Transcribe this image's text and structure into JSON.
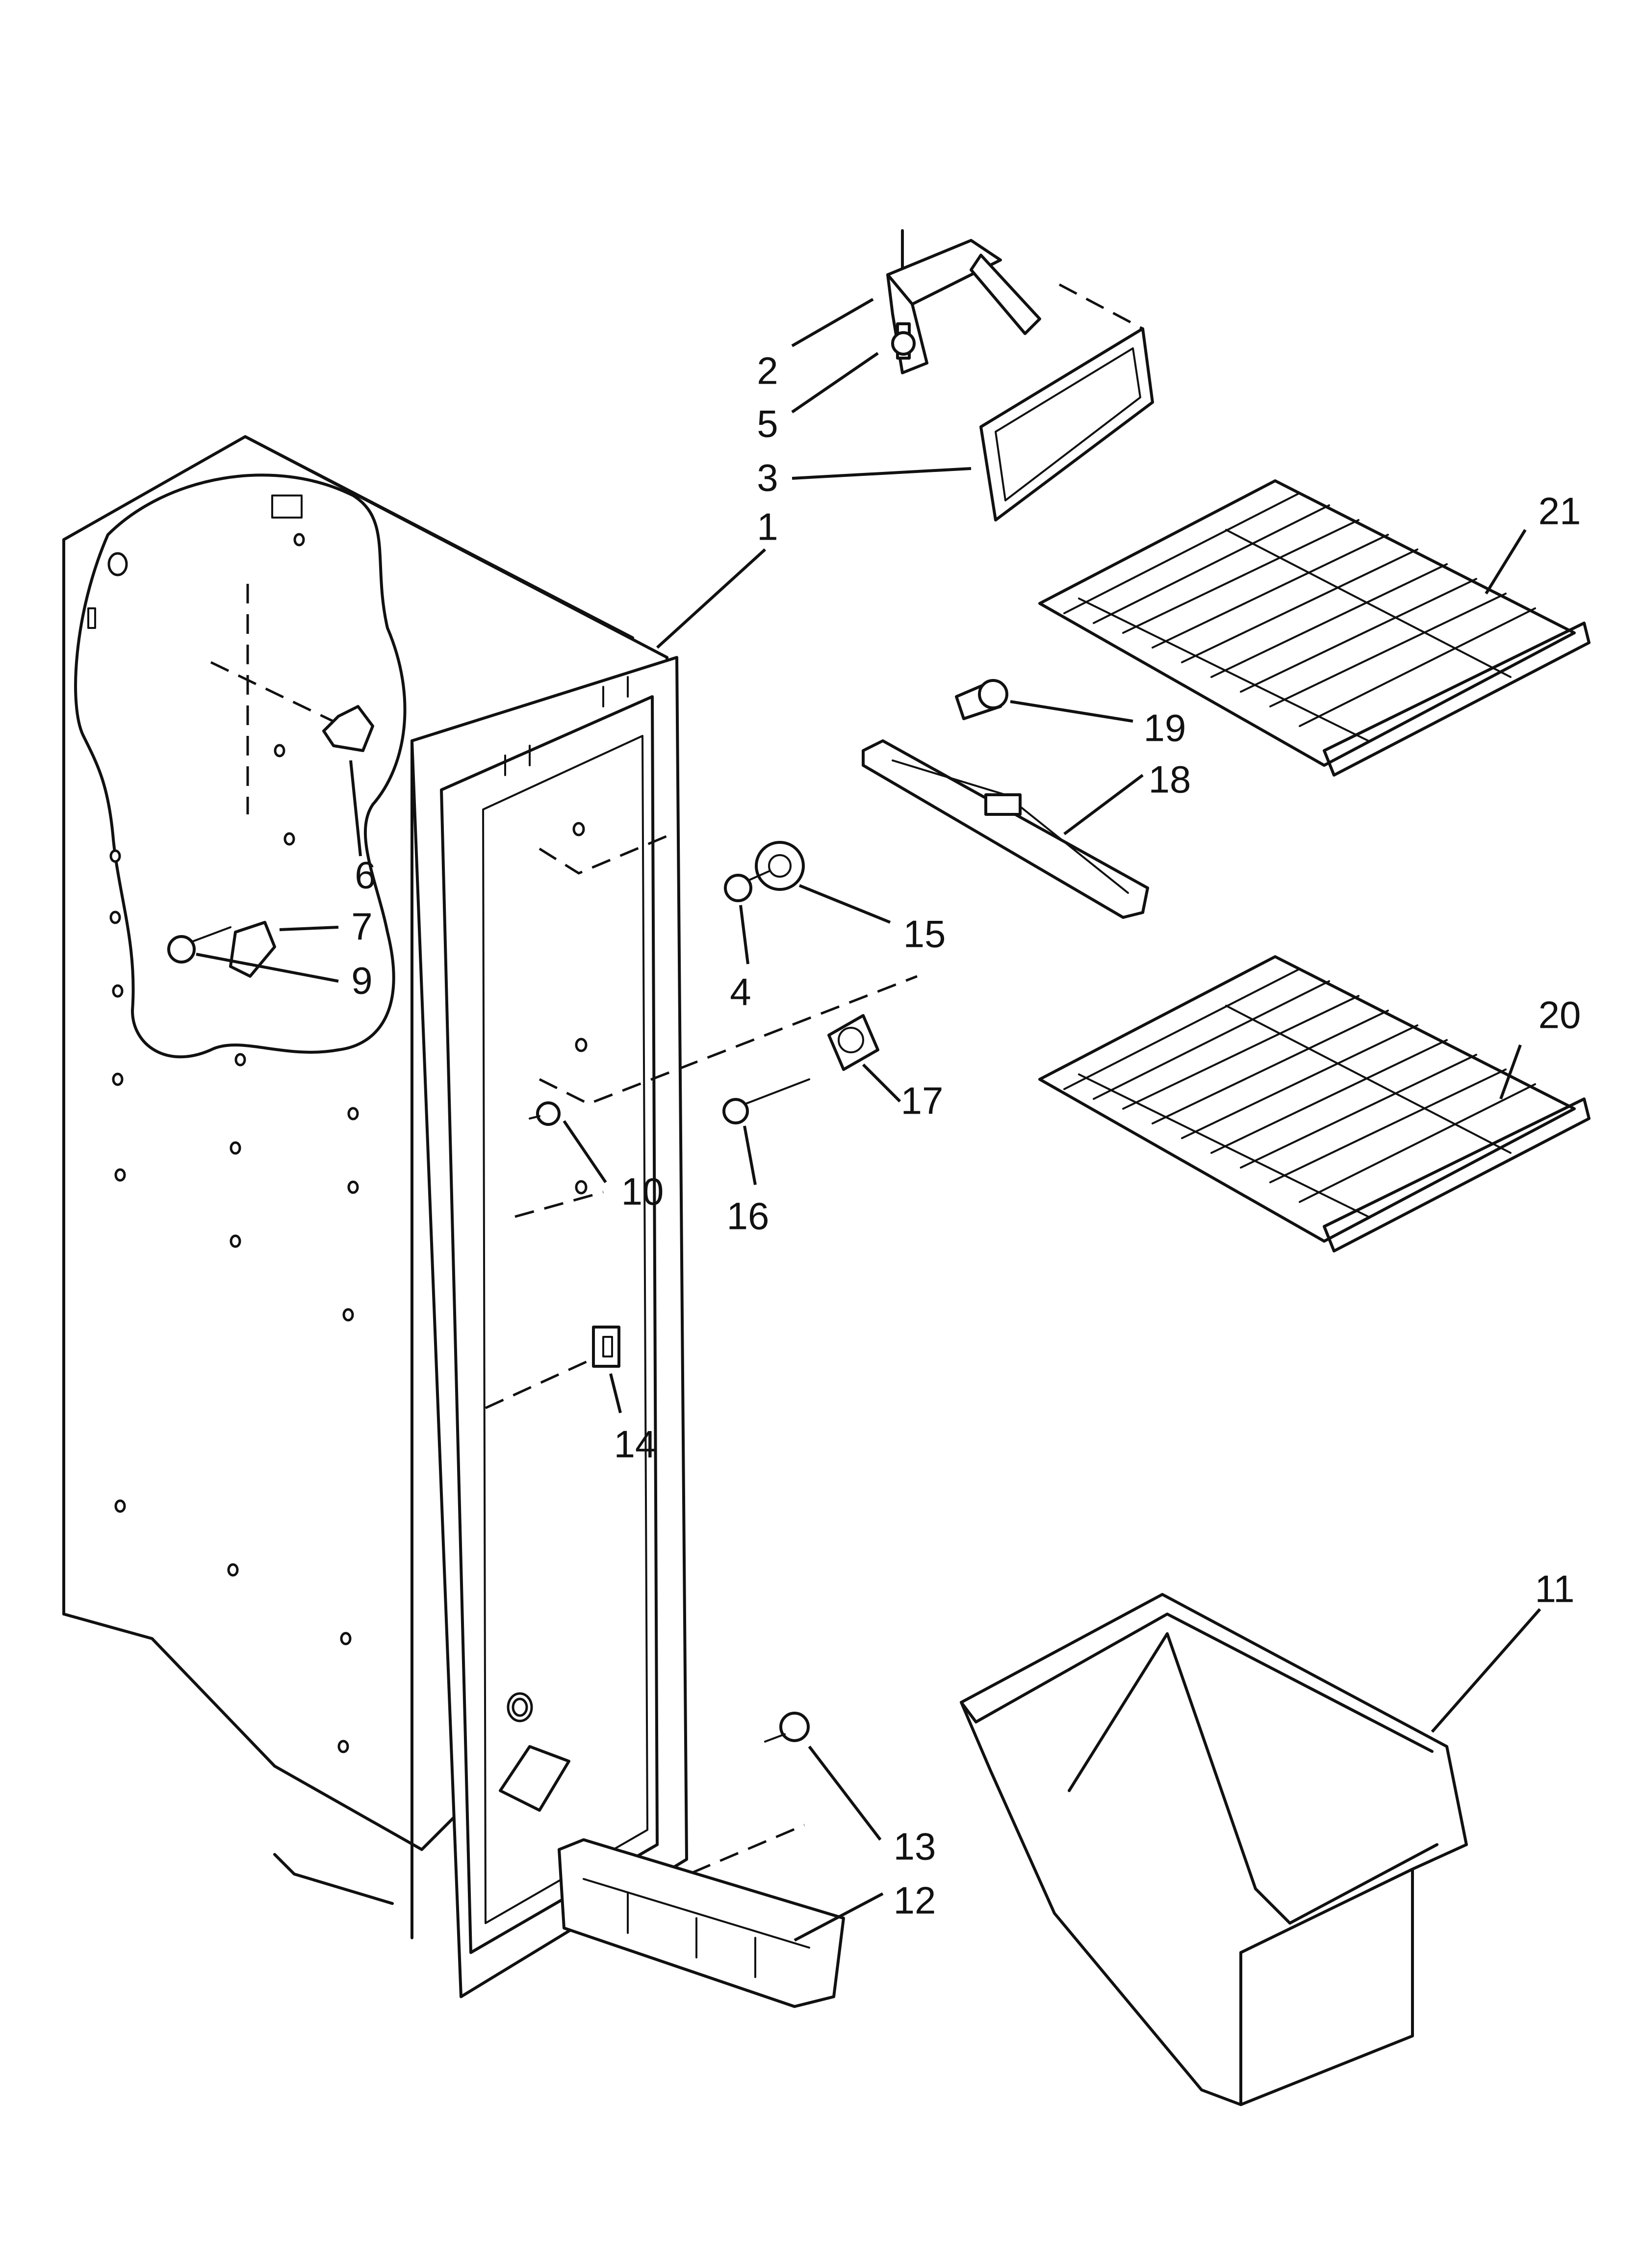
{
  "callouts": [
    {
      "id": "c1",
      "label": "1"
    },
    {
      "id": "c2",
      "label": "2"
    },
    {
      "id": "c3",
      "label": "3"
    },
    {
      "id": "c4",
      "label": "4"
    },
    {
      "id": "c5",
      "label": "5"
    },
    {
      "id": "c6",
      "label": "6"
    },
    {
      "id": "c7",
      "label": "7"
    },
    {
      "id": "c9",
      "label": "9"
    },
    {
      "id": "c10",
      "label": "10"
    },
    {
      "id": "c11",
      "label": "11"
    },
    {
      "id": "c12",
      "label": "12"
    },
    {
      "id": "c13",
      "label": "13"
    },
    {
      "id": "c14",
      "label": "14"
    },
    {
      "id": "c15",
      "label": "15"
    },
    {
      "id": "c16",
      "label": "16"
    },
    {
      "id": "c17",
      "label": "17"
    },
    {
      "id": "c18",
      "label": "18"
    },
    {
      "id": "c19",
      "label": "19"
    },
    {
      "id": "c20",
      "label": "20"
    },
    {
      "id": "c21",
      "label": "21"
    }
  ]
}
